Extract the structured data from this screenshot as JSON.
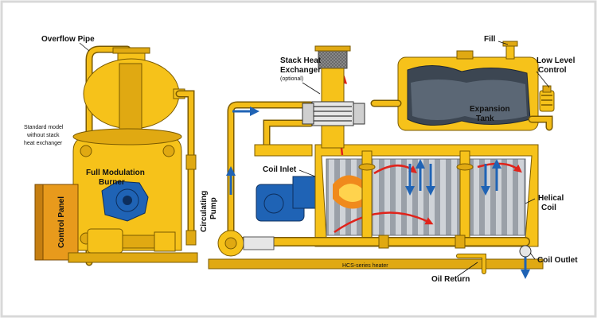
{
  "labels": {
    "overflow_pipe": "Overflow Pipe",
    "standard_model_line1": "Standard model",
    "standard_model_line2": "without stack",
    "standard_model_line3": "heat exchanger",
    "full_modulation_line1": "Full Modulation",
    "full_modulation_line2": "Burner",
    "control_panel": "Control Panel",
    "circulating_pump_line1": "Circulating",
    "circulating_pump_line2": "Pump",
    "stack_heat_line1": "Stack Heat",
    "stack_heat_line2": "Exchanger",
    "optional": "(optional)",
    "coil_inlet": "Coil Inlet",
    "fill": "Fill",
    "low_level_line1": "Low Level",
    "low_level_line2": "Control",
    "expansion_line1": "Expansion",
    "expansion_line2": "Tank",
    "helical_line1": "Helical",
    "helical_line2": "Coil",
    "coil_outlet": "Coil Outlet",
    "oil_return": "Oil Return",
    "hcs_series_heater": "HCS-series heater"
  },
  "colors": {
    "equipment_yellow": "#F6C21A",
    "equipment_dark": "#7a5a00",
    "control_panel_orange": "#E89A1C",
    "motor_blue": "#1F63B5",
    "flame_red": "#E0231B",
    "background": "#ffffff"
  },
  "icons": [
    "flow-arrow-icon",
    "heat-arrow-icon",
    "flame-icon"
  ]
}
